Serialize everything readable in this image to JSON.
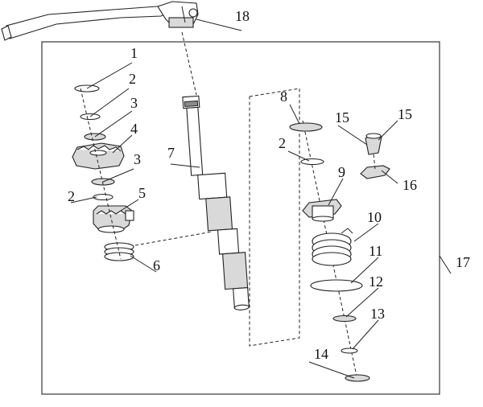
{
  "callouts": {
    "c1": "1",
    "c2a": "2",
    "c3a": "3",
    "c4": "4",
    "c3b": "3",
    "c2b": "2",
    "c5": "5",
    "c6": "6",
    "c7": "7",
    "c8": "8",
    "c2c": "2",
    "c9": "9",
    "c10": "10",
    "c11": "11",
    "c12": "12",
    "c13": "13",
    "c14": "14",
    "c15a": "15",
    "c15b": "15",
    "c16": "16",
    "c17": "17",
    "c18": "18"
  },
  "colors": {
    "line": "#222222",
    "fill": "#ffffff",
    "shade": "#d9d9d9"
  }
}
